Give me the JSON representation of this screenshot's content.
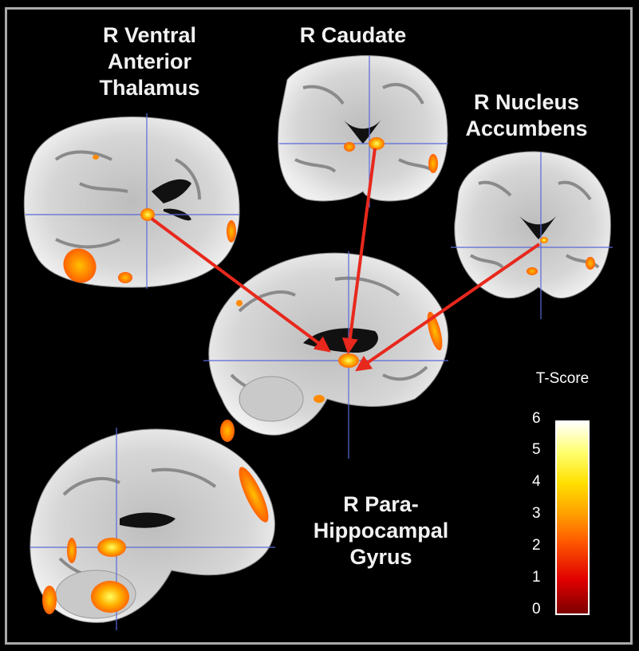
{
  "labels": {
    "thalamus": [
      "R Ventral",
      "Anterior",
      "Thalamus"
    ],
    "caudate": [
      "R Caudate"
    ],
    "accumbens": [
      "R Nucleus",
      "Accumbens"
    ],
    "parahippocampal": [
      "R Para-",
      "Hippocampal",
      "Gyrus"
    ]
  },
  "colorbar": {
    "title": "T-Score",
    "ticks": [
      "6",
      "5",
      "4",
      "3",
      "2",
      "1",
      "0"
    ],
    "range": [
      0,
      6
    ],
    "colors": [
      "#7a0000",
      "#e00000",
      "#ff5a00",
      "#ffa000",
      "#ffe000",
      "#ffff70",
      "#ffffff"
    ]
  },
  "colors": {
    "arrow": "#e8281c",
    "crosshair": "#5a6ad8",
    "background": "#000000",
    "frame": "#aaaaaa"
  }
}
